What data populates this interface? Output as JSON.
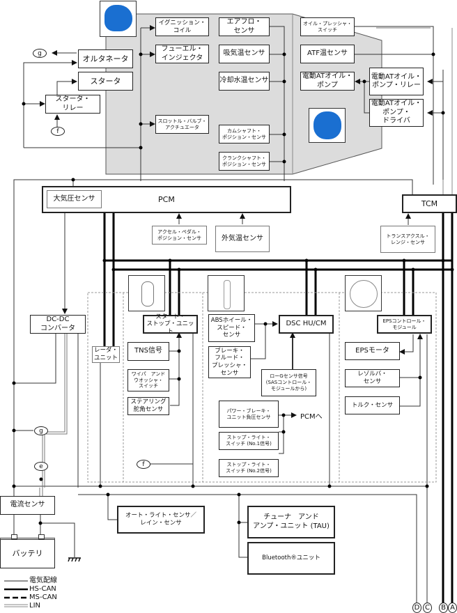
{
  "diagram": {
    "engine_components": {
      "ignition_coil": "イグニッション・\nコイル",
      "fuel_injector": "フューエル・\nインジェクタ",
      "throttle_actuator": "スロットル・バルブ・\nアクチュエータ",
      "air_flow_sensor": "エアフロ・\nセンサ",
      "intake_temp_sensor": "吸気温センサ",
      "coolant_temp_sensor": "冷却水温センサ",
      "camshaft_sensor": "カムシャフト・\nポジション・センサ",
      "crankshaft_sensor": "クランクシャフト・\nポジション・センサ"
    },
    "transmission_components": {
      "oil_pressure_switch": "オイル・プレッシャ・\nスイッチ",
      "atf_temp_sensor": "ATF温センサ",
      "electric_oil_pump": "電動ATオイル・\nポンプ",
      "oil_pump_relay": "電動ATオイル・\nポンプ・リレー",
      "oil_pump_driver": "電動ATオイル・\nポンプ・\nドライバ"
    },
    "starting": {
      "alternator": "オルタネータ",
      "starter": "スタータ",
      "starter_relay": "スタータ・\nリレー"
    },
    "pcm": {
      "label": "PCM",
      "baro_sensor": "大気圧センサ",
      "accel_pedal_sensor": "アクセル・ペダル・\nポジション・センサ",
      "ambient_temp_sensor": "外気温センサ"
    },
    "tcm": {
      "label": "TCM",
      "range_sensor": "トランスアクスル・\nレンジ・センサ"
    },
    "dcdc": "DC-DC\nコンバータ",
    "radar_unit": "レーダ・\nユニット",
    "start_stop": {
      "unit": "スタート・\nストップ・ユニット",
      "tns": "TNS信号",
      "wiper_switch": "ワイパ　アンド\nウオッシャ・\nスイッチ",
      "steering_angle": "ステアリング\n舵角センサ"
    },
    "dsc": {
      "unit": "DSC HU/CM",
      "abs_sensor": "ABSホイール・\nスピード・\nセンサ",
      "brake_fluid_sensor": "ブレーキ・\nフルード・\nプレッシャ・\nセンサ",
      "low_g_signal": "ローGセンサ信号\n(SASコントロール・\nモジュールから)",
      "vacuum_sensor": "パワー・ブレーキ・\nユニット負圧センサ",
      "stop_switch_1": "ストップ・ライト・\nスイッチ (No.1信号)",
      "stop_switch_2": "ストップ・ライト・\nスイッチ (No.2信号)",
      "to_pcm": "PCMへ"
    },
    "eps": {
      "module": "EPSコントロール・\nモジュール",
      "motor": "EPSモータ",
      "resolver": "レゾルバ・\nセンサ",
      "torque_sensor": "トルク・センサ"
    },
    "current_sensor": "電流センサ",
    "battery": "バッテリ",
    "auto_light_sensor": "オート・ライト・センサ／\nレイン・センサ",
    "tau": "チューナ　アンド\nアンプ・ユニット (TAU)",
    "bluetooth": "Bluetooth®ユニット",
    "connectors": {
      "g1": "g",
      "g2": "g",
      "f1": "f",
      "f2": "f",
      "e": "e",
      "A": "A",
      "B": "B",
      "C": "C",
      "D": "D"
    },
    "legend": [
      {
        "style": "thin",
        "label": "電気配線"
      },
      {
        "style": "thick",
        "label": "HS-CAN"
      },
      {
        "style": "dashed",
        "label": "MS-CAN"
      },
      {
        "style": "double",
        "label": "LIN"
      }
    ],
    "colors": {
      "engine_area": "#dcdcdc",
      "engine_icon": "#1a6fd1",
      "wire": "#222222",
      "lin": "#888888"
    }
  }
}
